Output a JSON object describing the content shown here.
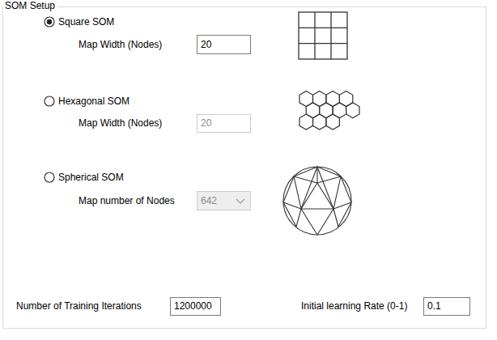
{
  "diagram": {
    "nodes": [
      {
        "text": [
          "SOM Setup"
        ]
      },
      {
        "text": [
          "20"
        ],
        "in": 0
      },
      {
        "text": [
          "20"
        ],
        "in": 0
      },
      {
        "text": [
          "642"
        ],
        "in": 0
      },
      {
        "text": [
          "1200000"
        ],
        "in": 0
      },
      {
        "text": [
          "0.1"
        ],
        "in": 0
      }
    ],
    "labels": [
      "Square SOM",
      "Map Width (Nodes)",
      "Hexagonal SOM",
      "Map Width (Nodes)",
      "Spherical SOM",
      "Map number of Nodes",
      "Number of Training Iterations",
      "Initial learning Rate (0-1)"
    ]
  }
}
